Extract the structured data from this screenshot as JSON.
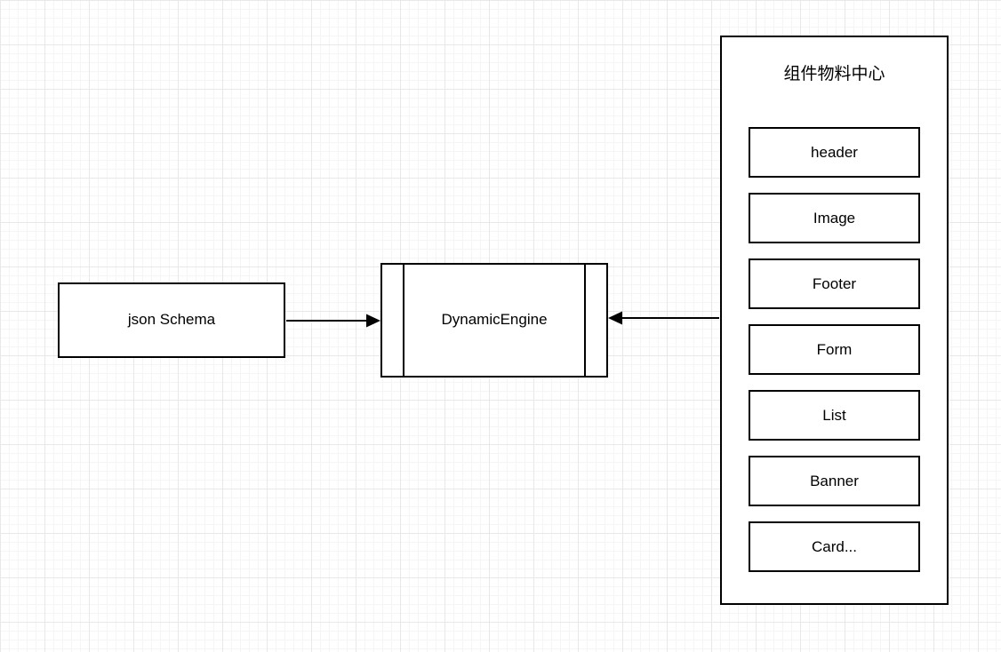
{
  "diagram": {
    "nodes": {
      "json_schema": {
        "label": "json Schema"
      },
      "dynamic_engine": {
        "label": "DynamicEngine"
      },
      "material_center": {
        "title": "组件物料中心",
        "components": [
          "header",
          "Image",
          "Footer",
          "Form",
          "List",
          "Banner",
          "Card..."
        ]
      }
    },
    "edges": [
      {
        "from": "json_schema",
        "to": "dynamic_engine",
        "style": "arrow-right"
      },
      {
        "from": "material_center",
        "to": "dynamic_engine",
        "style": "arrow-left"
      }
    ],
    "colors": {
      "stroke": "#000000",
      "shape_fill": "#ffffff",
      "grid_minor": "#f5f5f5",
      "grid_major": "#e8e8e8",
      "background": "#ffffff"
    }
  }
}
